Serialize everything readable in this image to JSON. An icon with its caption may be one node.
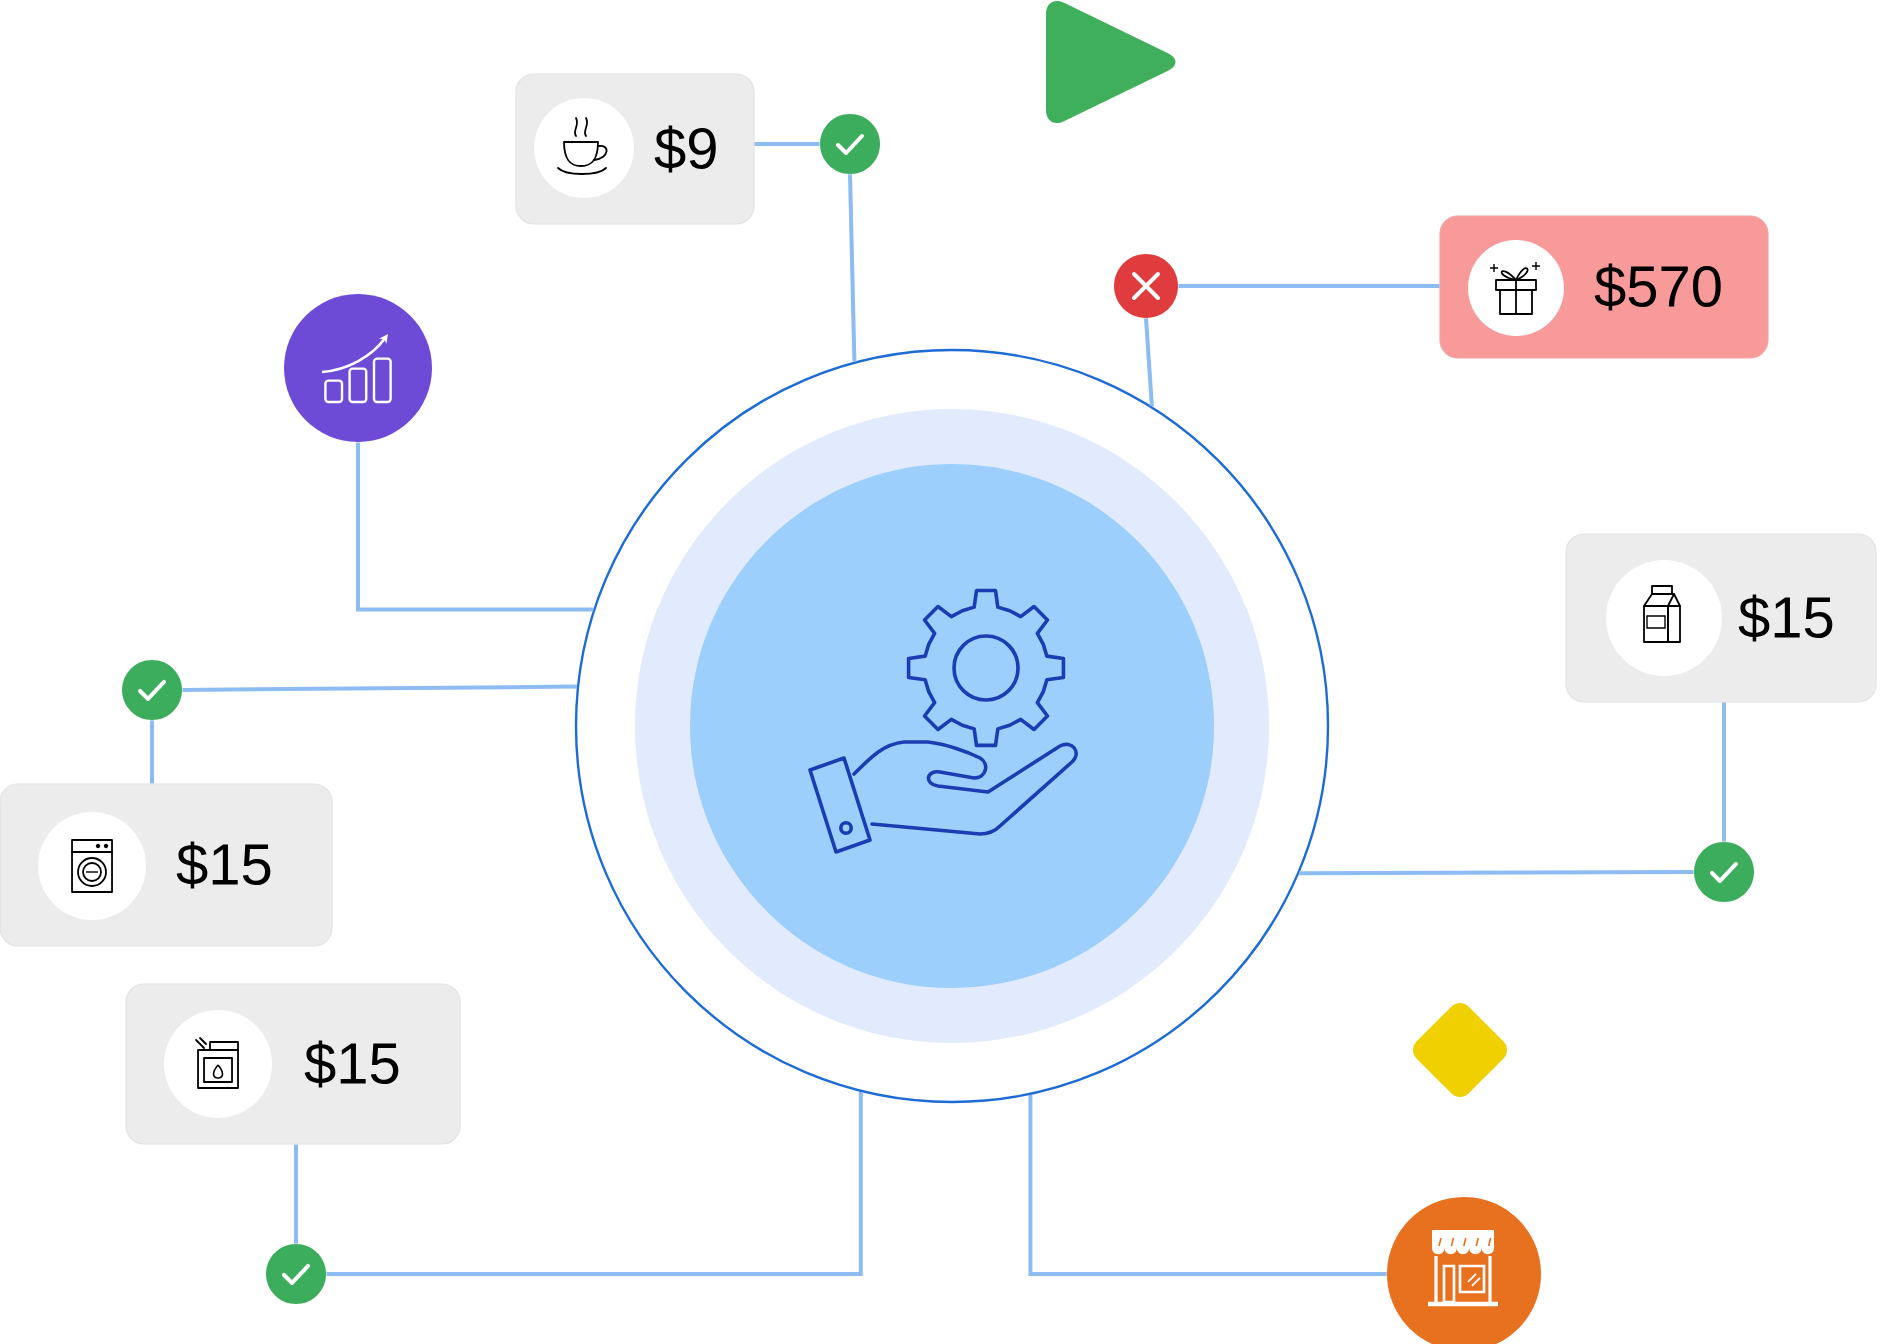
{
  "diagram": {
    "nodes": [
      {
        "text": [],
        "shape": "circle"
      },
      {
        "text": [
          "$9"
        ]
      },
      {
        "text": [],
        "shape": "circle"
      },
      {
        "text": [
          "$570"
        ]
      },
      {
        "text": [],
        "shape": "circle"
      },
      {
        "text": [],
        "shape": "circle"
      },
      {
        "text": [
          "$15"
        ]
      },
      {
        "text": [],
        "shape": "circle"
      },
      {
        "text": [],
        "shape": "circle"
      },
      {
        "text": [
          "$15"
        ]
      },
      {
        "text": [
          "$15"
        ]
      },
      {
        "text": [],
        "shape": "circle"
      },
      {
        "text": [],
        "shape": "circle"
      }
    ],
    "edges": [
      {
        "from": 1,
        "to": 2,
        "arrow": "none"
      },
      {
        "from": 2,
        "to": 0,
        "arrow": "none"
      },
      {
        "from": 3,
        "to": 4,
        "arrow": "none"
      },
      {
        "from": 4,
        "to": 0,
        "arrow": "none"
      },
      {
        "from": 5,
        "to": 0,
        "arrow": "none"
      },
      {
        "from": 6,
        "to": 7,
        "arrow": "none"
      },
      {
        "from": 7,
        "to": 0,
        "arrow": "none"
      },
      {
        "from": 9,
        "to": 8,
        "arrow": "none"
      },
      {
        "from": 8,
        "to": 0,
        "arrow": "none"
      },
      {
        "from": 10,
        "to": 11,
        "arrow": "none"
      },
      {
        "from": 11,
        "to": 0,
        "arrow": "none"
      },
      {
        "from": 12,
        "to": 0,
        "arrow": "none"
      }
    ]
  }
}
